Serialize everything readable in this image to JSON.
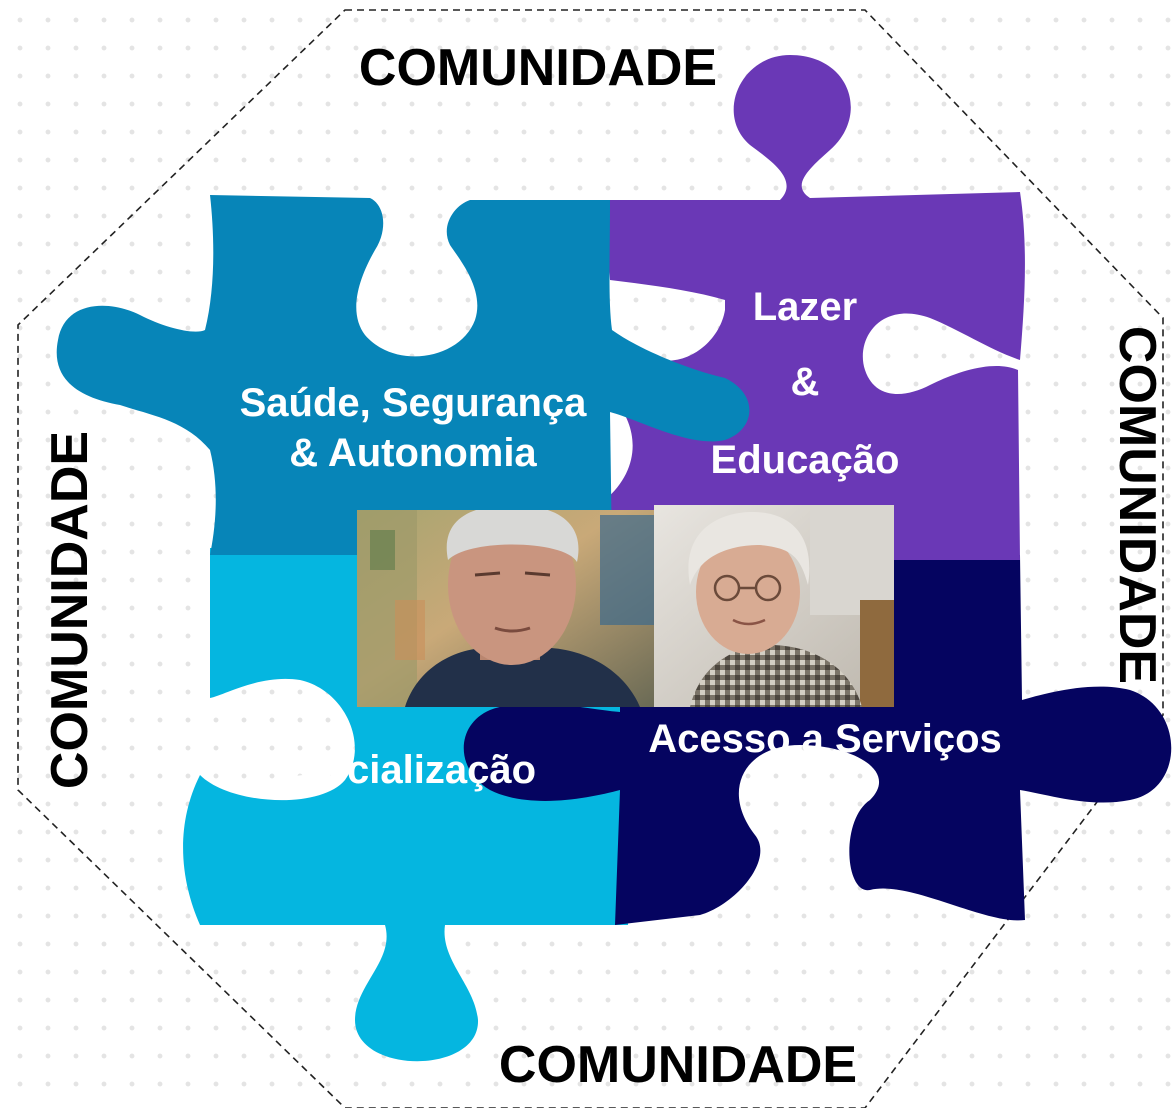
{
  "border_label": {
    "top": "COMUNIDADE",
    "bottom": "COMUNIDADE",
    "left": "COMUNIDADE",
    "right": "COMUNIDADE"
  },
  "pieces": {
    "health": {
      "line1": "Saúde, Segurança",
      "line2": "& Autonomia",
      "color": "#0785b8"
    },
    "leisure": {
      "line1": "Lazer",
      "line2": "&",
      "line3": "Educação",
      "color": "#6a38b6"
    },
    "social": {
      "line1": "Socialização",
      "color": "#05b6e0"
    },
    "services": {
      "line1": "Acesso a Serviços",
      "color": "#050460"
    }
  },
  "photos": {
    "left": {
      "description_icon": "elderly-man-photo"
    },
    "right": {
      "description_icon": "elderly-woman-photo"
    }
  }
}
